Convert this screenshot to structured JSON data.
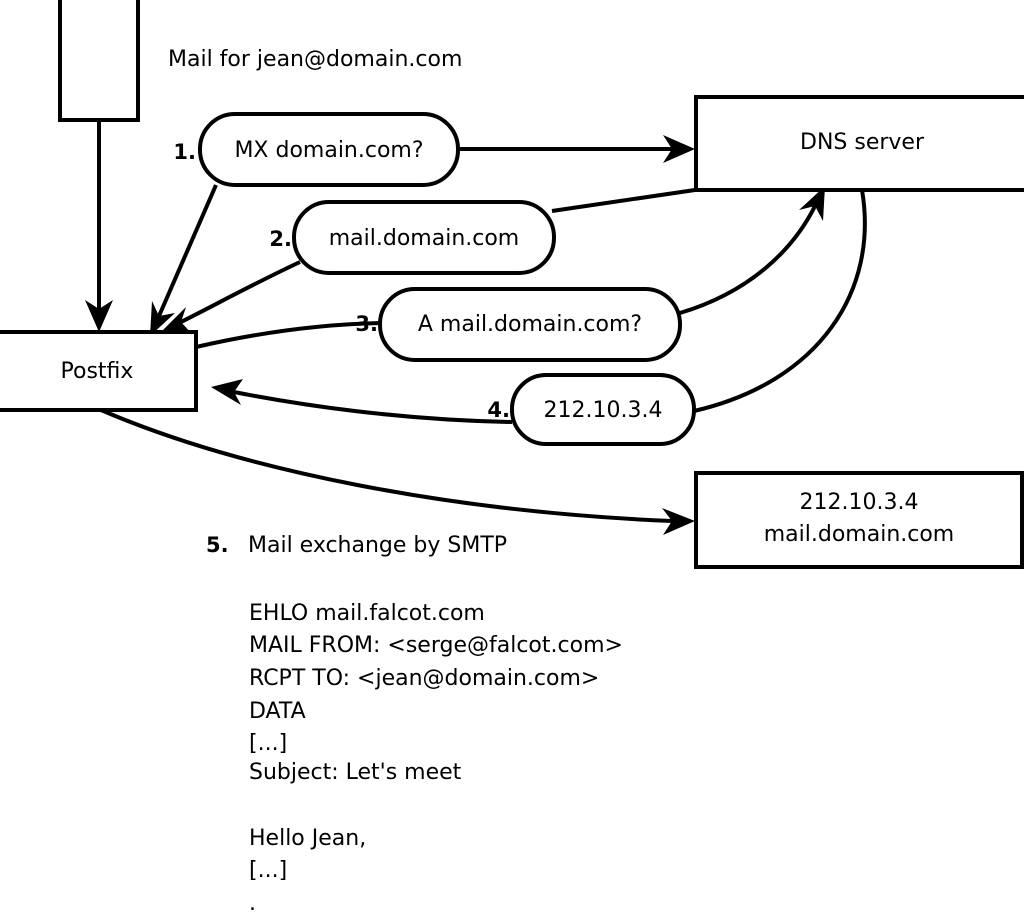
{
  "diagram": {
    "title_note": "Mail for jean@domain.com",
    "nodes": {
      "sender_client": {
        "label": ""
      },
      "postfix": {
        "label": "Postfix"
      },
      "dns_server": {
        "label": "DNS server"
      },
      "mail_server": {
        "line1": "212.10.3.4",
        "line2": "mail.domain.com"
      }
    },
    "steps": [
      {
        "num": "1.",
        "label": "MX domain.com?"
      },
      {
        "num": "2.",
        "label": "mail.domain.com"
      },
      {
        "num": "3.",
        "label": "A mail.domain.com?"
      },
      {
        "num": "4.",
        "label": "212.10.3.4"
      }
    ],
    "step5": {
      "num": "5.",
      "label": "Mail exchange by SMTP"
    },
    "transcript": [
      "EHLO mail.falcot.com",
      "MAIL FROM: <serge@falcot.com>",
      "RCPT TO: <jean@domain.com>",
      "DATA",
      "[...]",
      "Subject: Let's meet",
      "",
      "Hello Jean,",
      "[...]",
      "."
    ],
    "colors": {
      "stroke": "#000000",
      "fill": "#ffffff",
      "background": "#ffffff"
    }
  }
}
